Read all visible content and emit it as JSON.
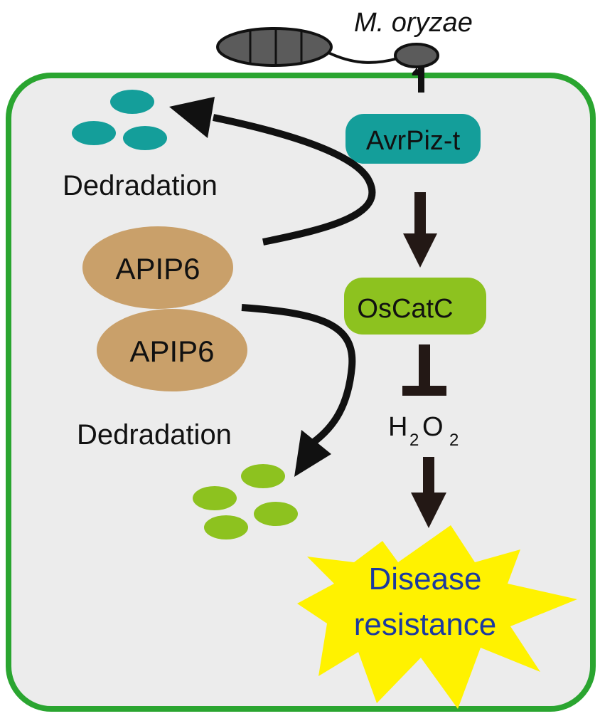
{
  "organism": "M. oryzae",
  "nodes": {
    "avrpiz": "AvrPiz-t",
    "oscatc": "OsCatC",
    "apip6_top": "APIP6",
    "apip6_bottom": "APIP6",
    "h2o2": {
      "h": "H",
      "sub1": "2",
      "o": "O",
      "sub2": "2"
    },
    "outcome": {
      "line1": "Disease",
      "line2": "resistance"
    }
  },
  "labels": {
    "degradation_top": "Dedradation",
    "degradation_bottom": "Dedradation"
  },
  "colors": {
    "cell_border": "#2aa530",
    "cell_fill": "#ececec",
    "avrpiz": "#149e9a",
    "oscatc": "#8dc21f",
    "apip6": "#c9a06a",
    "starburst": "#fff200",
    "outcome_text": "#1b3aa0",
    "arrow": "#231815"
  }
}
